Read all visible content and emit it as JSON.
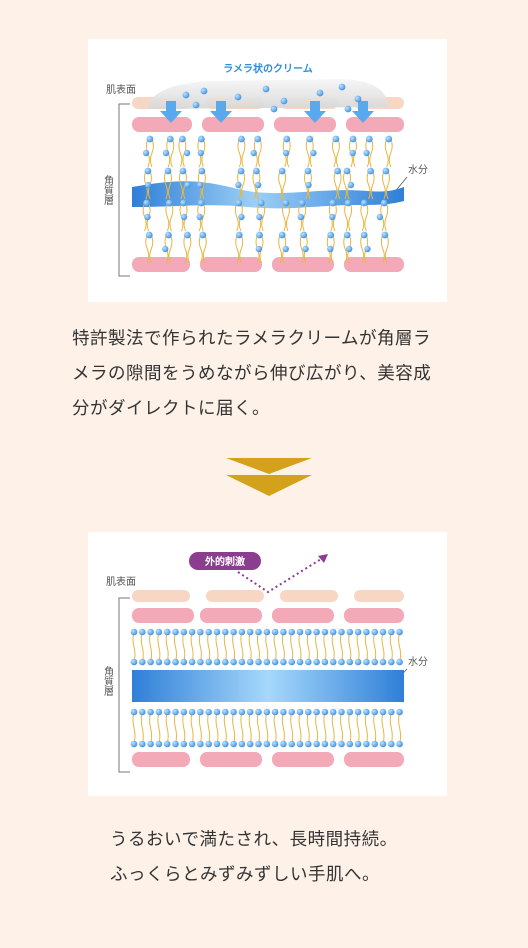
{
  "diagram1": {
    "cream_label": "ラメラ状のクリーム",
    "surface_label": "肌表面",
    "stratum_label": "角質層",
    "water_label": "水分"
  },
  "paragraph1": {
    "lines": [
      "特許製法で作られたラメラクリームが角層ラ",
      "メラの隙間をうめながら伸び広がり、美容成",
      "分がダイレクトに届く。"
    ]
  },
  "diagram2": {
    "stimulus_label": "外的刺激",
    "surface_label": "肌表面",
    "stratum_label": "角質層",
    "water_label": "水分"
  },
  "paragraph2": {
    "lines": [
      "うるおいで満たされ、長時間持続。",
      "ふっくらとみずみずしい手肌へ。"
    ]
  },
  "colors": {
    "background": "#fdf1e8",
    "cell_pink": "#f4a9b8",
    "cell_peach": "#f8d6c4",
    "lipid_blue": "#4aa3e8",
    "tail_yellow": "#e8b640",
    "water_blue": "#3d8fe0",
    "stimulus_purple": "#8b3d8f",
    "chevron_gold": "#d4a21a",
    "cream_label_blue": "#2d8fd6"
  }
}
